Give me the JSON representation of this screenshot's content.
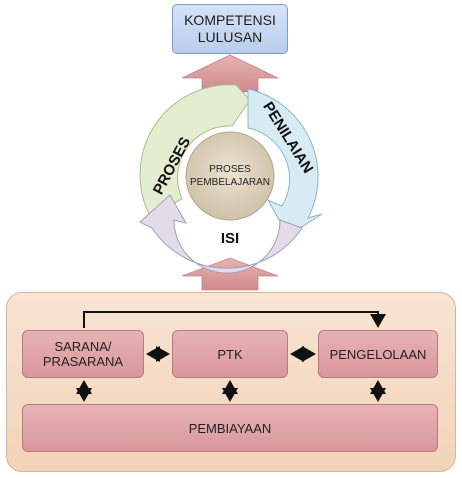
{
  "top_box": {
    "line1": "KOMPETENSI",
    "line2": "LULUSAN"
  },
  "cycle": {
    "proses": "PROSES",
    "penilaian": "PENILAIAN",
    "isi": "ISI",
    "center_line1": "PROSES",
    "center_line2": "PEMBELAJARAN"
  },
  "panel": {
    "sarana_line1": "SARANA/",
    "sarana_line2": "PRASARANA",
    "ptk": "PTK",
    "pengelolaan": "PENGELOLAAN",
    "pembiayaan": "PEMBIAYAAN"
  },
  "colors": {
    "top_box": "#c6d8f0",
    "proses_segment": "#e3edcf",
    "penilaian_segment": "#d6ebf3",
    "isi_segment": "#e2dbe9",
    "center": "#ddd2bd",
    "up_arrow": "#d99a9a",
    "panel_bg": "#f5dcc6",
    "pink_box": "#e0a5a9"
  }
}
